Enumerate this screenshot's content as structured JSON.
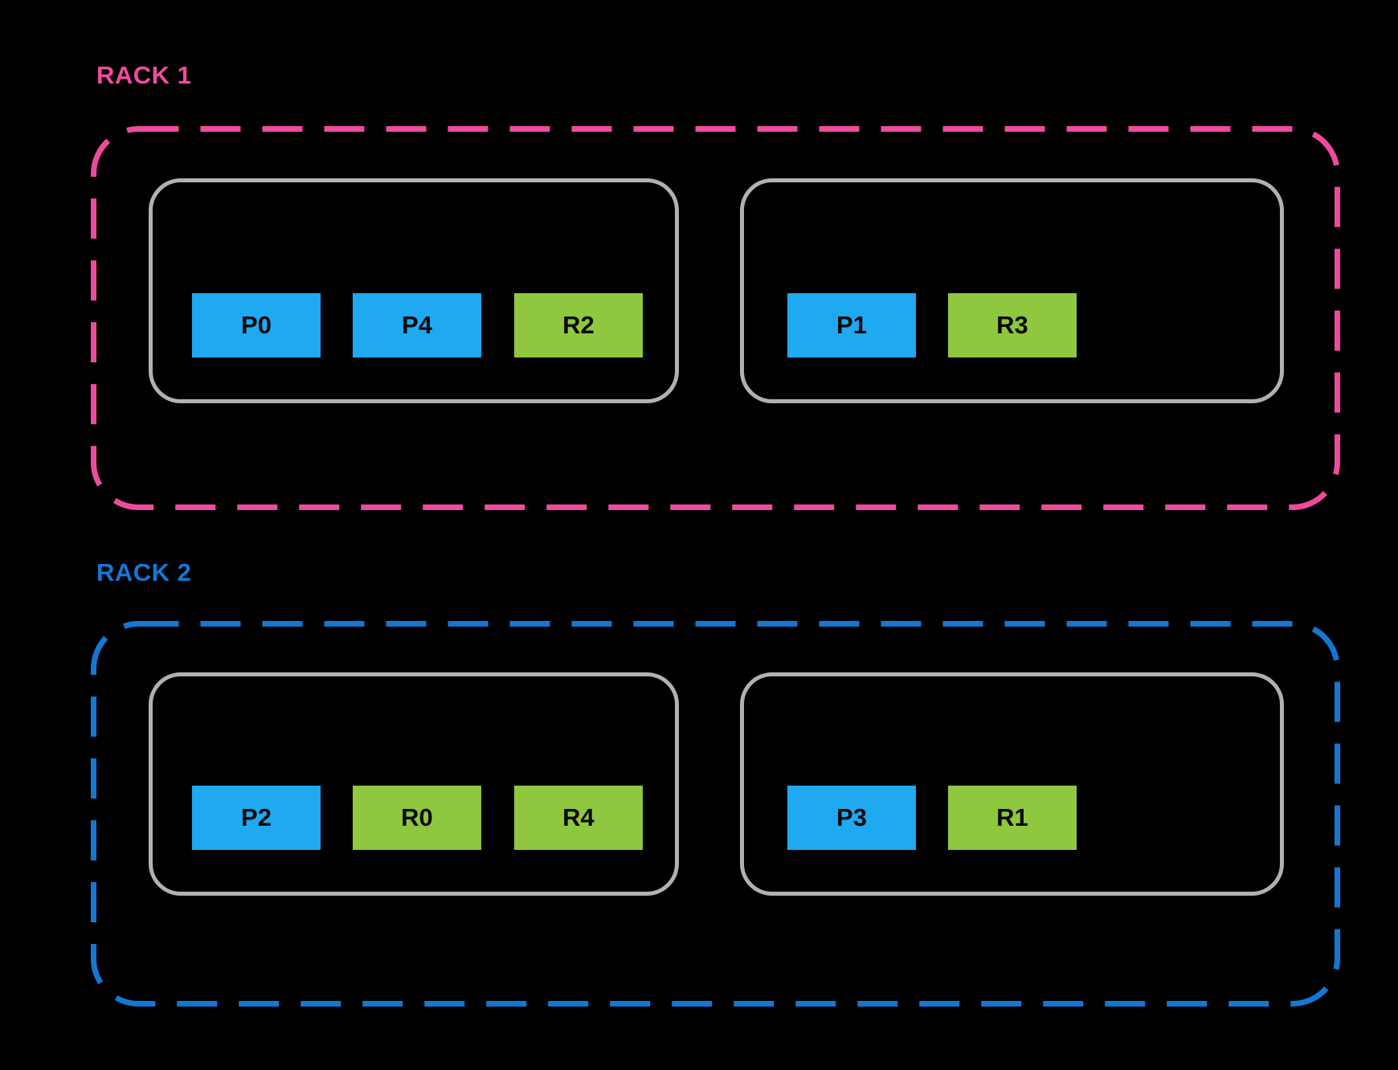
{
  "colors": {
    "background": "#000000",
    "rack1_accent": "#EF4B9E",
    "rack2_accent": "#1378D3",
    "host_border": "#B1B1B1",
    "slot_blue": "#1FA9F1",
    "slot_green": "#8FC73E",
    "slot_text": "#0A0A0A"
  },
  "racks": [
    {
      "label": "RACK 1",
      "hosts": [
        {
          "slots": [
            {
              "label": "P0",
              "type": "blue"
            },
            {
              "label": "P4",
              "type": "blue"
            },
            {
              "label": "R2",
              "type": "green"
            }
          ]
        },
        {
          "slots": [
            {
              "label": "P1",
              "type": "blue"
            },
            {
              "label": "R3",
              "type": "green"
            }
          ]
        }
      ]
    },
    {
      "label": "RACK 2",
      "hosts": [
        {
          "slots": [
            {
              "label": "P2",
              "type": "blue"
            },
            {
              "label": "R0",
              "type": "green"
            },
            {
              "label": "R4",
              "type": "green"
            }
          ]
        },
        {
          "slots": [
            {
              "label": "P3",
              "type": "blue"
            },
            {
              "label": "R1",
              "type": "green"
            }
          ]
        }
      ]
    }
  ]
}
